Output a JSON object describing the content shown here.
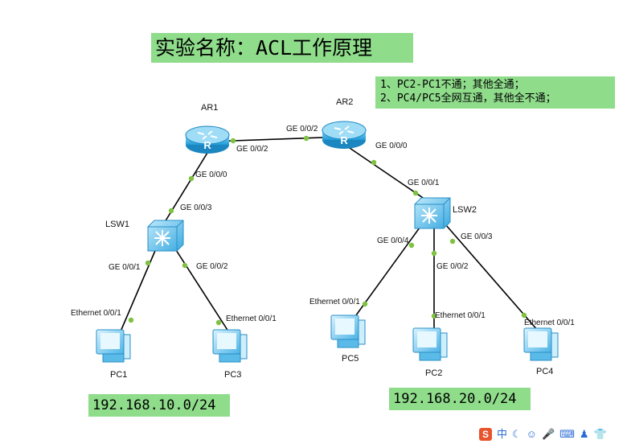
{
  "title": "实验名称：ACL工作原理",
  "requirements": [
    "1、PC2-PC1不通；其他全通；",
    "2、PC4/PC5全网互通，其他全不通；"
  ],
  "subnets": {
    "left": "192.168.10.0/24",
    "right": "192.168.20.0/24"
  },
  "devices": {
    "ar1": "AR1",
    "ar2": "AR2",
    "lsw1": "LSW1",
    "lsw2": "LSW2",
    "pc1": "PC1",
    "pc2": "PC2",
    "pc3": "PC3",
    "pc4": "PC4",
    "pc5": "PC5"
  },
  "ports": {
    "ar1_ge002": "GE 0/0/2",
    "ar2_ge002": "GE 0/0/2",
    "ar1_ge000": "GE 0/0/0",
    "lsw1_ge003": "GE 0/0/3",
    "lsw1_ge001": "GE 0/0/1",
    "lsw1_ge002": "GE 0/0/2",
    "pc1_eth": "Ethernet 0/0/1",
    "pc3_eth": "Ethernet 0/0/1",
    "ar2_ge000": "GE 0/0/0",
    "lsw2_ge001": "GE 0/0/1",
    "lsw2_ge004": "GE 0/0/4",
    "lsw2_ge002": "GE 0/0/2",
    "lsw2_ge003": "GE 0/0/3",
    "pc5_eth": "Ethernet 0/0/1",
    "pc2_eth": "Ethernet 0/0/1",
    "pc4_eth": "Ethernet 0/0/1"
  },
  "colors": {
    "label_bg": "#8fdc8b",
    "link": "#000000",
    "port_dot": "#7fc241",
    "device": "#3bb4e8"
  },
  "taskbar": {
    "ime_text": "中",
    "icons": [
      "sogou-icon",
      "moon-icon",
      "smile-icon",
      "mic-icon",
      "keyboard-icon",
      "user-icon",
      "shirt-icon"
    ]
  }
}
